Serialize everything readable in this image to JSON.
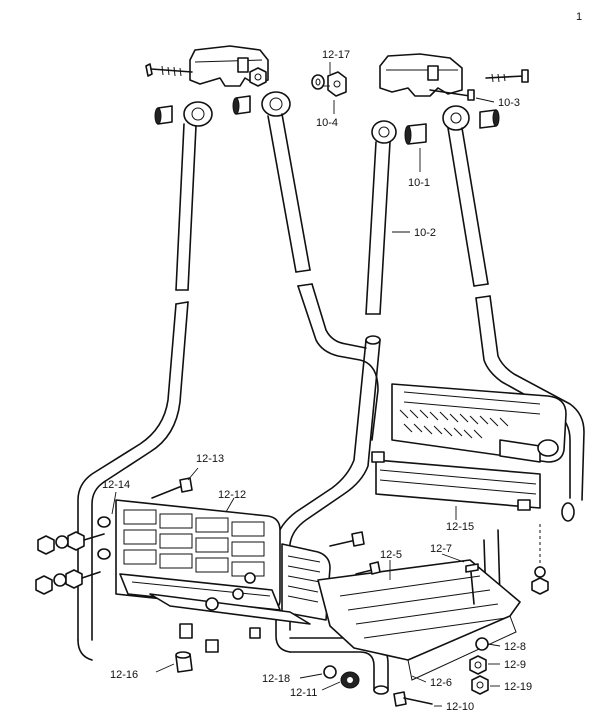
{
  "diagram": {
    "corner_mark": "1",
    "labels": [
      {
        "id": "12-17",
        "text": "12-17"
      },
      {
        "id": "10-4",
        "text": "10-4"
      },
      {
        "id": "10-3",
        "text": "10-3"
      },
      {
        "id": "10-1",
        "text": "10-1"
      },
      {
        "id": "10-2",
        "text": "10-2"
      },
      {
        "id": "12-13",
        "text": "12-13"
      },
      {
        "id": "12-14",
        "text": "12-14"
      },
      {
        "id": "12-12",
        "text": "12-12"
      },
      {
        "id": "12-15",
        "text": "12-15"
      },
      {
        "id": "12-7",
        "text": "12-7"
      },
      {
        "id": "12-5",
        "text": "12-5"
      },
      {
        "id": "12-8",
        "text": "12-8"
      },
      {
        "id": "12-9",
        "text": "12-9"
      },
      {
        "id": "12-19",
        "text": "12-19"
      },
      {
        "id": "12-6",
        "text": "12-6"
      },
      {
        "id": "12-10",
        "text": "12-10"
      },
      {
        "id": "12-11",
        "text": "12-11"
      },
      {
        "id": "12-18",
        "text": "12-18"
      },
      {
        "id": "12-16",
        "text": "12-16"
      }
    ]
  }
}
